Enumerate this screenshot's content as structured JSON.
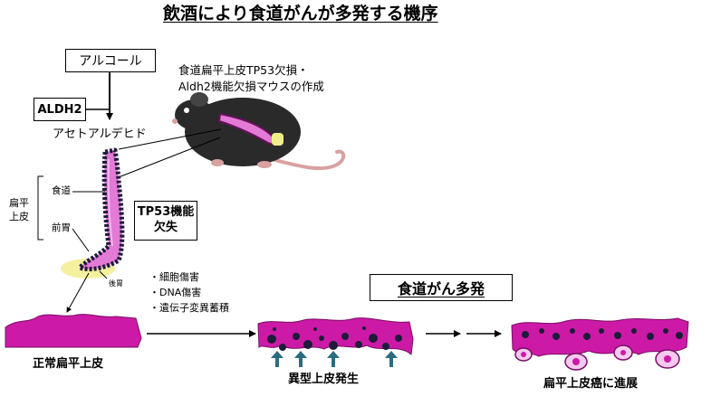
{
  "title": "飲酒により食道がんが多発する機序",
  "boxes": {
    "alcohol": "アルコール",
    "aldh2": "ALDH2",
    "tp53": [
      "TP53機能",
      "欠失"
    ],
    "multiple_cancer": "食道がん多発"
  },
  "labels": {
    "acetaldehyde": "アセトアルデヒド",
    "mouse_model": [
      "食道扁平上皮TP53欠損・",
      "Aldh2機能欠損マウスの作成"
    ],
    "squamous_epithelium": [
      "扁平",
      "上皮"
    ],
    "esophagus": "食道",
    "forestomach": "前胃",
    "glandular_stomach": "後胃",
    "damage_list": [
      "・細胞傷害",
      "・DNA傷害",
      "・遺伝子変異蓄積"
    ],
    "stage_normal": "正常扁平上皮",
    "stage_dysplasia": "異型上皮発生",
    "stage_carcinoma": "扁平上皮癌に進展"
  },
  "colors": {
    "tissue_magenta": "#cc1aa6",
    "tissue_dark": "#1f1a3a",
    "arrow_blue": "#2b6c83",
    "stomach_yellow": "#f4f0a0",
    "mouse_body": "#2a2a2a",
    "mouse_pink": "#d9a0a0"
  }
}
